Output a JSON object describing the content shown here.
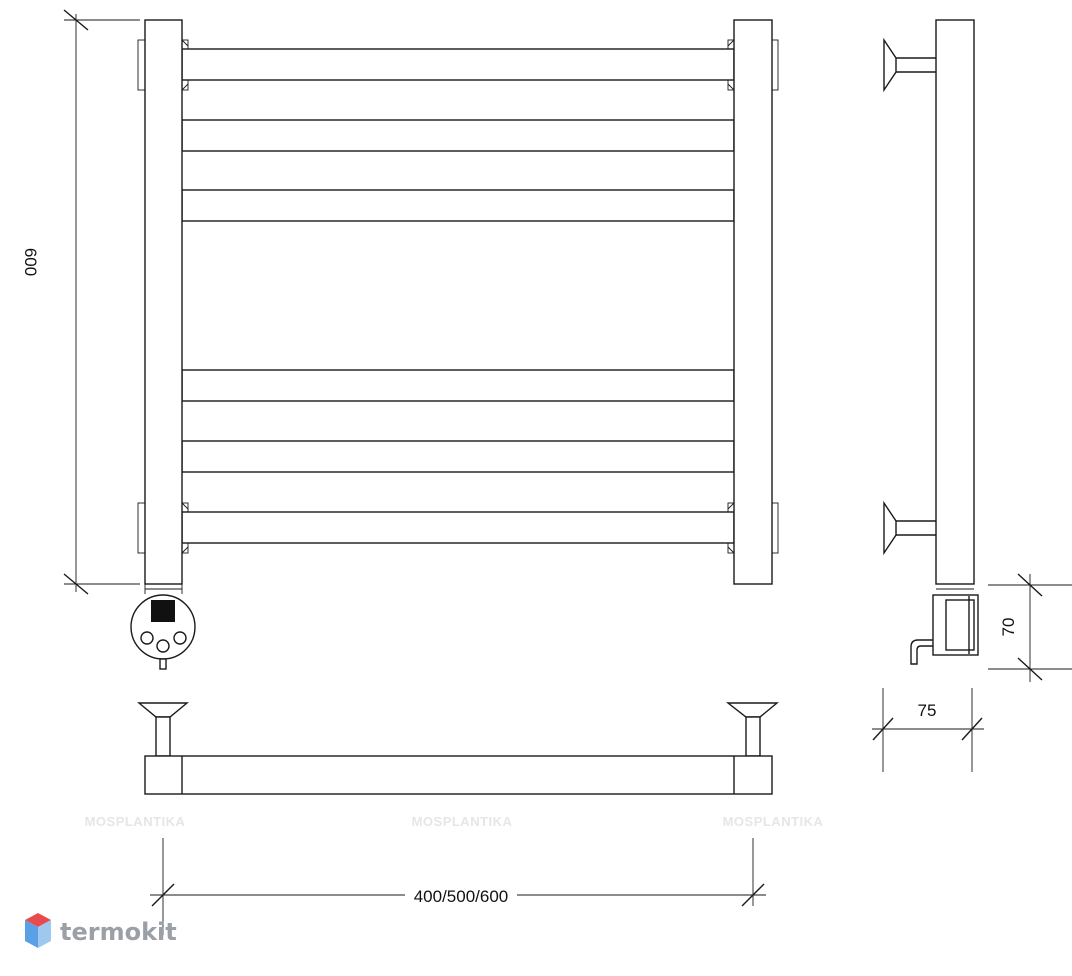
{
  "dimensions": {
    "height": "600",
    "width": "400/500/600",
    "depth": "75",
    "thermostat_height": "70"
  },
  "watermarks": [
    "MOSPLANTIKA",
    "MOSPLANTIKA",
    "MOSPLANTIKA"
  ],
  "logo": {
    "text": "termokit",
    "colors": [
      "#e84b4b",
      "#5aa0e6",
      "#9aa0a6"
    ]
  }
}
